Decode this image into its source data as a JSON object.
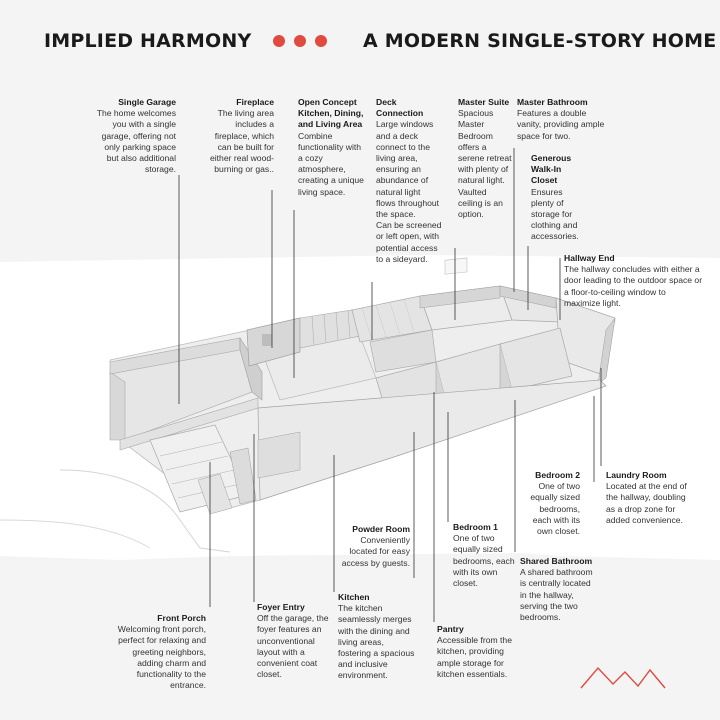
{
  "header": {
    "left_title": "IMPLIED HARMONY",
    "right_title": "A MODERN SINGLE-STORY HOME",
    "accent_color": "#e04a3f"
  },
  "annotations": {
    "single_garage": {
      "title": "Single Garage",
      "text": "The home welcomes you with a single garage, offering not only parking space but also additional storage."
    },
    "fireplace": {
      "title": "Fireplace",
      "text": "The living area includes a fireplace, which can be built for either real wood-burning or gas.."
    },
    "open_concept": {
      "title": "Open Concept Kitchen, Dining, and Living Area",
      "text": "Combine functionality with a cozy atmosphere, creating a unique living space."
    },
    "deck_connection": {
      "title": "Deck Connection",
      "text": "Large windows and a deck connect to the living area, ensuring an abundance of natural light flows throughout the space.",
      "text2": "Can be screened or left open, with potential access to a sideyard."
    },
    "master_suite": {
      "title": "Master Suite",
      "text": "Spacious Master Bedroom offers a serene retreat with plenty of natural light. Vaulted ceiling is an option."
    },
    "master_bathroom": {
      "title": "Master Bathroom",
      "text": "Features a double vanity, providing ample space for two."
    },
    "walk_in_closet": {
      "title": "Generous Walk-In Closet",
      "text": "Ensures plenty of storage for clothing and accessories."
    },
    "hallway_end": {
      "title": "Hallway End",
      "text": "The hallway concludes with either a door leading to the outdoor space or a floor-to-ceiling window to maximize light."
    },
    "bedroom_2": {
      "title": "Bedroom 2",
      "text": "One of two equally sized bedrooms, each with its own closet."
    },
    "laundry_room": {
      "title": "Laundry Room",
      "text": "Located at the end of the hallway, doubling as a drop zone for added convenience."
    },
    "powder_room": {
      "title": "Powder Room",
      "text": "Conveniently located for easy access by guests."
    },
    "bedroom_1": {
      "title": "Bedroom 1",
      "text": "One of two equally sized bedrooms, each with its own closet."
    },
    "shared_bathroom": {
      "title": "Shared Bathroom",
      "text": "A shared bathroom is centrally located in the hallway, serving the two bedrooms."
    },
    "front_porch": {
      "title": "Front Porch",
      "text": "Welcoming front porch, perfect for relaxing and greeting neighbors, adding charm and functionality to the entrance."
    },
    "foyer_entry": {
      "title": "Foyer Entry",
      "text": "Off the garage, the foyer features an unconventional layout with a convenient coat closet."
    },
    "kitchen": {
      "title": "Kitchen",
      "text": "The kitchen seamlessly merges with the dining and living areas, fostering a spacious and inclusive environment."
    },
    "pantry": {
      "title": "Pantry",
      "text": "Accessible from the kitchen, providing ample storage for kitchen essentials."
    }
  },
  "logo": {
    "icon": "mountain-zigzag-icon",
    "color": "#e04a3f"
  }
}
